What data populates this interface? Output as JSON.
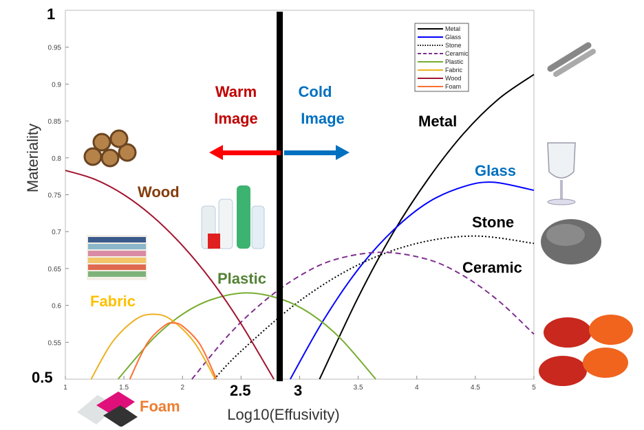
{
  "chart_data": {
    "type": "line",
    "title": "",
    "xlabel": "Log10(Effusivity)",
    "ylabel": "Materiality",
    "xlim": [
      1,
      5
    ],
    "ylim": [
      0.5,
      1
    ],
    "grid": false,
    "legend_position": "top-right",
    "x_ticks": [
      "1",
      "1.5",
      "2",
      "2.5",
      "3",
      "3.5",
      "4",
      "4.5",
      "5"
    ],
    "y_ticks": [
      "0.55",
      "0.6",
      "0.65",
      "0.7",
      "0.75",
      "0.8",
      "0.85",
      "0.9",
      "0.95"
    ],
    "big_y_labels": [
      "1",
      "0.5"
    ],
    "big_x_labels": [
      "2.5",
      "3"
    ],
    "divider_x": 2.83,
    "series": [
      {
        "name": "Metal",
        "color": "#000000",
        "dash": "solid",
        "points": [
          [
            3.17,
            0.5
          ],
          [
            3.5,
            0.611
          ],
          [
            3.8,
            0.699
          ],
          [
            4.1,
            0.772
          ],
          [
            4.4,
            0.833
          ],
          [
            4.7,
            0.88
          ],
          [
            5,
            0.913
          ]
        ]
      },
      {
        "name": "Glass",
        "color": "#0000ff",
        "dash": "solid",
        "points": [
          [
            2.92,
            0.5
          ],
          [
            3.2,
            0.579
          ],
          [
            3.5,
            0.649
          ],
          [
            3.8,
            0.702
          ],
          [
            4.1,
            0.74
          ],
          [
            4.4,
            0.761
          ],
          [
            4.65,
            0.767
          ],
          [
            5,
            0.756
          ]
        ]
      },
      {
        "name": "Stone",
        "color": "#000000",
        "dash": "dotted",
        "points": [
          [
            2.27,
            0.5
          ],
          [
            2.5,
            0.538
          ],
          [
            3,
            0.606
          ],
          [
            3.5,
            0.655
          ],
          [
            4,
            0.684
          ],
          [
            4.5,
            0.694
          ],
          [
            5,
            0.684
          ]
        ]
      },
      {
        "name": "Ceramic",
        "color": "#7e2f8e",
        "dash": "dashed",
        "points": [
          [
            2.08,
            0.5
          ],
          [
            2.4,
            0.561
          ],
          [
            2.7,
            0.606
          ],
          [
            3,
            0.64
          ],
          [
            3.3,
            0.662
          ],
          [
            3.7,
            0.672
          ],
          [
            4.1,
            0.662
          ],
          [
            4.4,
            0.64
          ],
          [
            4.7,
            0.606
          ],
          [
            5,
            0.561
          ]
        ]
      },
      {
        "name": "Plastic",
        "color": "#77ac30",
        "dash": "solid",
        "points": [
          [
            1.45,
            0.5
          ],
          [
            1.75,
            0.555
          ],
          [
            2,
            0.588
          ],
          [
            2.25,
            0.608
          ],
          [
            2.55,
            0.617
          ],
          [
            2.85,
            0.608
          ],
          [
            3.1,
            0.588
          ],
          [
            3.35,
            0.555
          ],
          [
            3.65,
            0.5
          ]
        ]
      },
      {
        "name": "Fabric",
        "color": "#edb120",
        "dash": "solid",
        "points": [
          [
            1.22,
            0.5
          ],
          [
            1.4,
            0.55
          ],
          [
            1.6,
            0.581
          ],
          [
            1.75,
            0.588
          ],
          [
            1.9,
            0.581
          ],
          [
            2.1,
            0.55
          ],
          [
            2.28,
            0.5
          ]
        ]
      },
      {
        "name": "Wood",
        "color": "#a2142f",
        "dash": "solid",
        "points": [
          [
            1,
            0.783
          ],
          [
            1.25,
            0.771
          ],
          [
            1.5,
            0.75
          ],
          [
            1.75,
            0.72
          ],
          [
            2,
            0.681
          ],
          [
            2.25,
            0.633
          ],
          [
            2.5,
            0.575
          ],
          [
            2.78,
            0.5
          ]
        ]
      },
      {
        "name": "Foam",
        "color": "#ff6f33",
        "dash": "solid",
        "points": [
          [
            1.55,
            0.5
          ],
          [
            1.7,
            0.549
          ],
          [
            1.85,
            0.573
          ],
          [
            1.92,
            0.576
          ],
          [
            2,
            0.572
          ],
          [
            2.15,
            0.547
          ],
          [
            2.29,
            0.5
          ]
        ]
      }
    ],
    "annotations": {
      "warm": [
        "Warm",
        "Image"
      ],
      "cold": [
        "Cold",
        "Image"
      ],
      "metal": "Metal",
      "glass": "Glass",
      "stone": "Stone",
      "ceramic": "Ceramic",
      "plastic": "Plastic",
      "fabric": "Fabric",
      "wood": "Wood",
      "foam": "Foam"
    },
    "annotation_colors": {
      "warm": "#c00000",
      "cold": "#0070c0",
      "wood": "#843c0c",
      "fabric": "#ffc000",
      "foam": "#ed7d31",
      "plastic": "#548235",
      "glass": "#0070c0",
      "metal": "#000000",
      "stone": "#000000",
      "ceramic": "#000000"
    }
  }
}
